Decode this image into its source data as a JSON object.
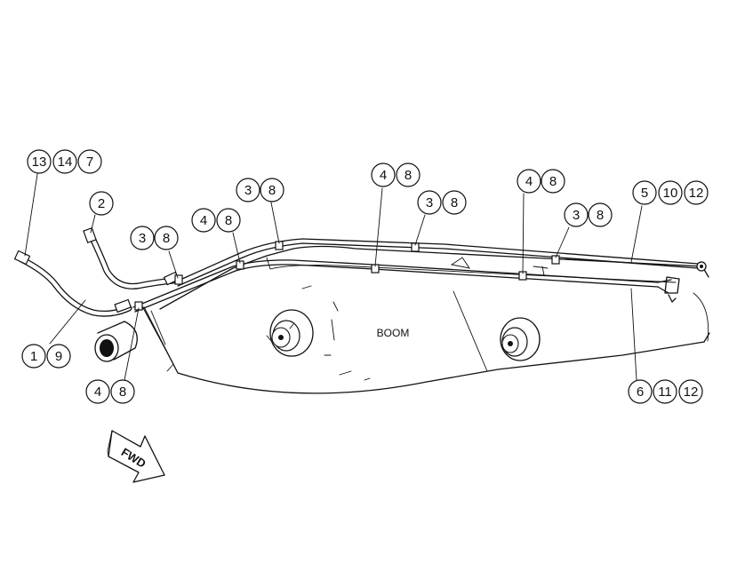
{
  "labels": {
    "boom": "BOOM",
    "fwd": "FWD"
  },
  "callouts": [
    {
      "id": "c13a",
      "text": "13"
    },
    {
      "id": "c14a",
      "text": "14"
    },
    {
      "id": "c7",
      "text": "7"
    },
    {
      "id": "c2",
      "text": "2"
    },
    {
      "id": "c3a",
      "text": "3"
    },
    {
      "id": "c8a",
      "text": "8"
    },
    {
      "id": "c4a",
      "text": "4"
    },
    {
      "id": "c8b",
      "text": "8"
    },
    {
      "id": "c3b",
      "text": "3"
    },
    {
      "id": "c8c",
      "text": "8"
    },
    {
      "id": "c4b",
      "text": "4"
    },
    {
      "id": "c8d",
      "text": "8"
    },
    {
      "id": "c3c",
      "text": "3"
    },
    {
      "id": "c8e",
      "text": "8"
    },
    {
      "id": "c4c",
      "text": "4"
    },
    {
      "id": "c8f",
      "text": "8"
    },
    {
      "id": "c3d",
      "text": "3"
    },
    {
      "id": "c8g",
      "text": "8"
    },
    {
      "id": "c5",
      "text": "5"
    },
    {
      "id": "c10",
      "text": "10"
    },
    {
      "id": "c12a",
      "text": "12"
    },
    {
      "id": "c1",
      "text": "1"
    },
    {
      "id": "c9",
      "text": "9"
    },
    {
      "id": "c4d",
      "text": "4"
    },
    {
      "id": "c8h",
      "text": "8"
    },
    {
      "id": "c6",
      "text": "6"
    },
    {
      "id": "c11",
      "text": "11"
    },
    {
      "id": "c12b",
      "text": "12"
    }
  ]
}
